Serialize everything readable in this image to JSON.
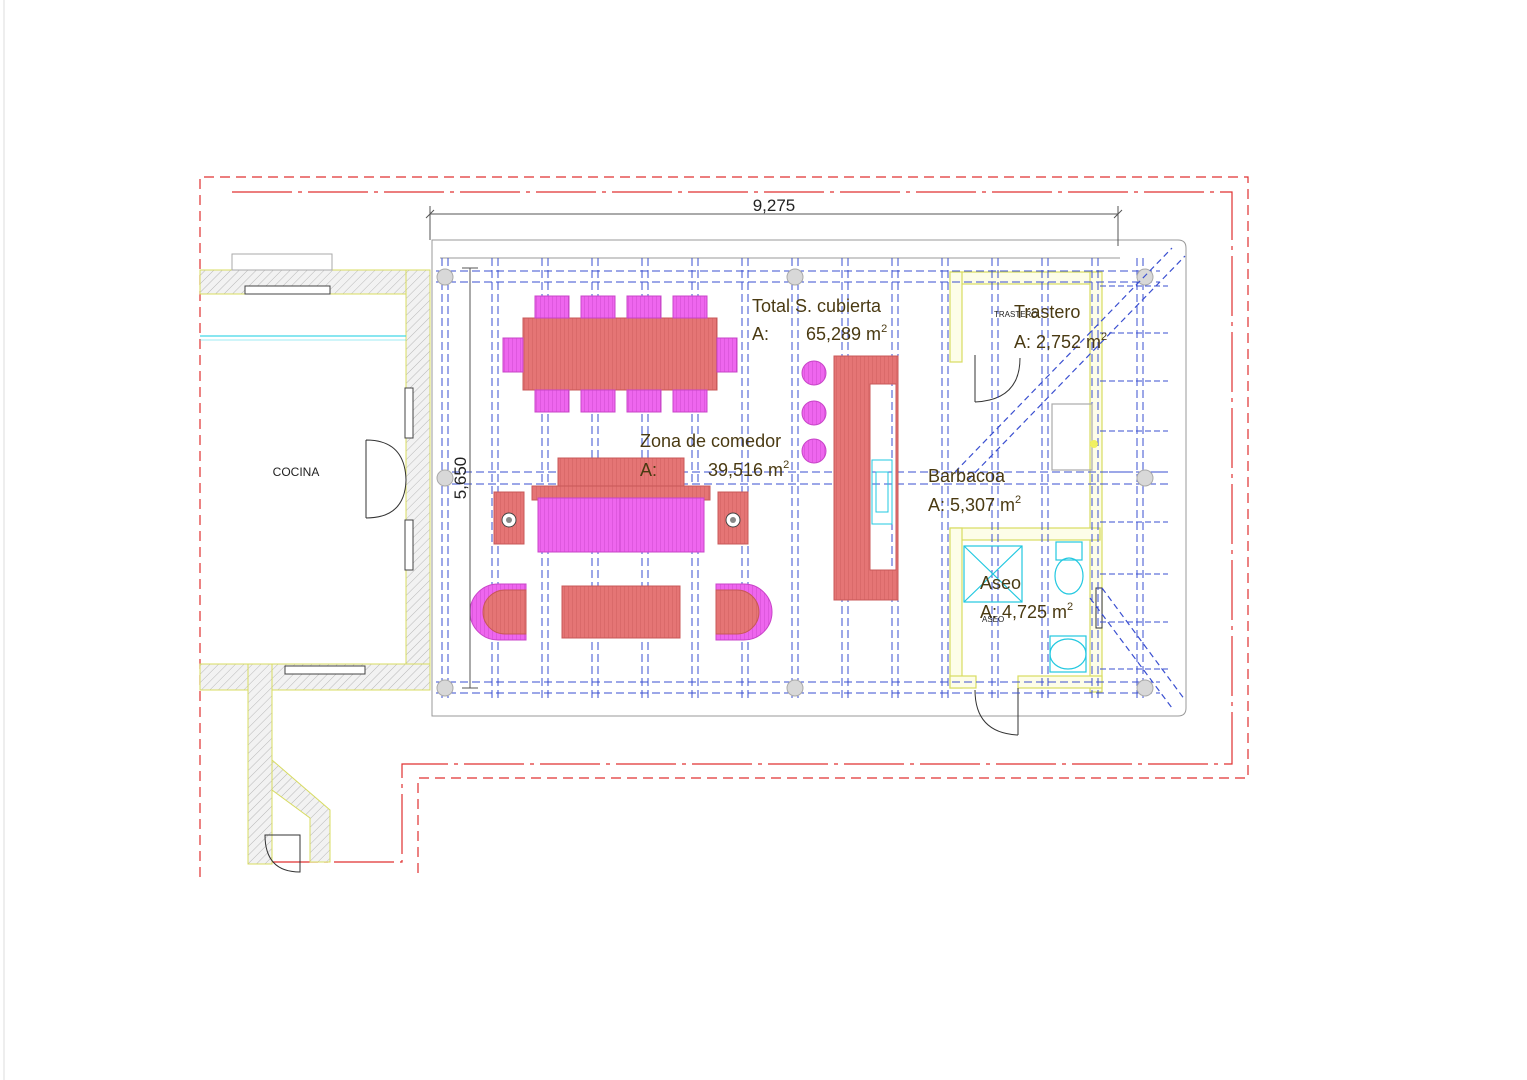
{
  "dimensions": {
    "width": "9,275",
    "height": "5,650"
  },
  "rooms": {
    "cocina": "COCINA",
    "total_title": "Total S. cubierta",
    "total_prefix": "A:",
    "total_area": "65,289 m",
    "zona_title": "Zona de comedor",
    "zona_prefix": "A:",
    "zona_area": "39,516 m",
    "barbacoa_title": "Barbacoa",
    "barbacoa_area": "A: 5,307 m",
    "trastero_title": "Trastero",
    "trastero_small": "TRASTERO",
    "trastero_area": "A: 2,752 m",
    "aseo_title": "Aseo",
    "aseo_small": "ASEO",
    "aseo_area": "A: 4,725 m",
    "sup": "2"
  },
  "colors": {
    "red_outline": "#e03030",
    "beam_blue": "#3a4fd0",
    "furniture_red": "#e07070",
    "chair_magenta": "#ee66ee",
    "wall_yellow": "#d8dc60",
    "fixture_cyan": "#22c8e0",
    "label_brown": "#4a3a12"
  }
}
